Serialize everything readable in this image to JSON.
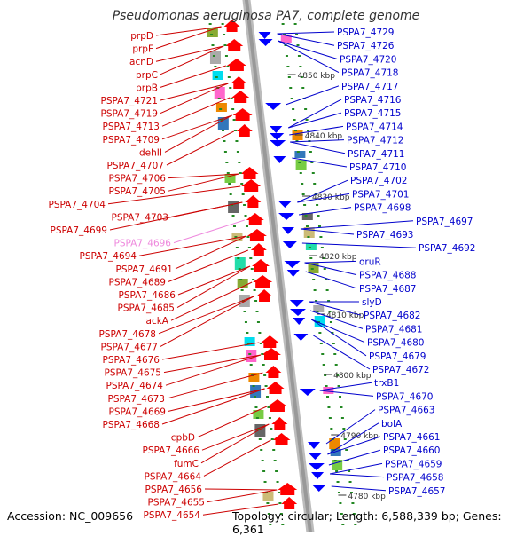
{
  "title": "Pseudomonas aeruginosa PA7, complete genome",
  "footer": {
    "accession": "Accession: NC_009656",
    "summary": "Topology: circular; Length: 6,588,339 bp; Genes: 6,361"
  },
  "colors": {
    "forward": "#ff0000",
    "reverse": "#0000ff",
    "label_forward": "#cc0000",
    "label_reverse": "#0000cc",
    "label_highlight": "#ee88dd",
    "scale_dots": "#228822",
    "backbone": "#999999"
  },
  "scale_labels": [
    "4850 kbp",
    "4840 kbp",
    "4830 kbp",
    "4820 kbp",
    "4810 kbp",
    "4800 kbp",
    "4790 kbp",
    "4780 kbp"
  ],
  "left_labels": [
    {
      "text": "prpD",
      "highlight": false
    },
    {
      "text": "prpF",
      "highlight": false
    },
    {
      "text": "acnD",
      "highlight": false
    },
    {
      "text": "prpC",
      "highlight": false
    },
    {
      "text": "prpB",
      "highlight": false
    },
    {
      "text": "PSPA7_4721",
      "highlight": false
    },
    {
      "text": "PSPA7_4719",
      "highlight": false
    },
    {
      "text": "PSPA7_4713",
      "highlight": false
    },
    {
      "text": "PSPA7_4709",
      "highlight": false
    },
    {
      "text": "dehII",
      "highlight": false
    },
    {
      "text": "PSPA7_4707",
      "highlight": false
    },
    {
      "text": "PSPA7_4706",
      "highlight": false
    },
    {
      "text": "PSPA7_4705",
      "highlight": false
    },
    {
      "text": "PSPA7_4704",
      "highlight": false
    },
    {
      "text": "PSPA7_4703",
      "highlight": false
    },
    {
      "text": "PSPA7_4699",
      "highlight": false
    },
    {
      "text": "PSPA7_4696",
      "highlight": true
    },
    {
      "text": "PSPA7_4694",
      "highlight": false
    },
    {
      "text": "PSPA7_4691",
      "highlight": false
    },
    {
      "text": "PSPA7_4689",
      "highlight": false
    },
    {
      "text": "PSPA7_4686",
      "highlight": false
    },
    {
      "text": "PSPA7_4685",
      "highlight": false
    },
    {
      "text": "ackA",
      "highlight": false
    },
    {
      "text": "PSPA7_4678",
      "highlight": false
    },
    {
      "text": "PSPA7_4677",
      "highlight": false
    },
    {
      "text": "PSPA7_4676",
      "highlight": false
    },
    {
      "text": "PSPA7_4675",
      "highlight": false
    },
    {
      "text": "PSPA7_4674",
      "highlight": false
    },
    {
      "text": "PSPA7_4673",
      "highlight": false
    },
    {
      "text": "PSPA7_4669",
      "highlight": false
    },
    {
      "text": "PSPA7_4668",
      "highlight": false
    },
    {
      "text": "cpbD",
      "highlight": false
    },
    {
      "text": "PSPA7_4666",
      "highlight": false
    },
    {
      "text": "fumC",
      "highlight": false
    },
    {
      "text": "PSPA7_4664",
      "highlight": false
    },
    {
      "text": "PSPA7_4656",
      "highlight": false
    },
    {
      "text": "PSPA7_4655",
      "highlight": false
    },
    {
      "text": "PSPA7_4654",
      "highlight": false
    }
  ],
  "right_labels": [
    {
      "text": "PSPA7_4729"
    },
    {
      "text": "PSPA7_4726"
    },
    {
      "text": "PSPA7_4720"
    },
    {
      "text": "PSPA7_4718"
    },
    {
      "text": "PSPA7_4717"
    },
    {
      "text": "PSPA7_4716"
    },
    {
      "text": "PSPA7_4715"
    },
    {
      "text": "PSPA7_4714"
    },
    {
      "text": "PSPA7_4712"
    },
    {
      "text": "PSPA7_4711"
    },
    {
      "text": "PSPA7_4710"
    },
    {
      "text": "PSPA7_4702"
    },
    {
      "text": "PSPA7_4701"
    },
    {
      "text": "PSPA7_4698"
    },
    {
      "text": "PSPA7_4697"
    },
    {
      "text": "PSPA7_4693"
    },
    {
      "text": "PSPA7_4692"
    },
    {
      "text": "oruR"
    },
    {
      "text": "PSPA7_4688"
    },
    {
      "text": "PSPA7_4687"
    },
    {
      "text": "slyD"
    },
    {
      "text": "PSPA7_4682"
    },
    {
      "text": "PSPA7_4681"
    },
    {
      "text": "PSPA7_4680"
    },
    {
      "text": "PSPA7_4679"
    },
    {
      "text": "PSPA7_4672"
    },
    {
      "text": "trxB1"
    },
    {
      "text": "PSPA7_4670"
    },
    {
      "text": "PSPA7_4663"
    },
    {
      "text": "bolA"
    },
    {
      "text": "PSPA7_4661"
    },
    {
      "text": "PSPA7_4660"
    },
    {
      "text": "PSPA7_4659"
    },
    {
      "text": "PSPA7_4658"
    },
    {
      "text": "PSPA7_4657"
    }
  ]
}
